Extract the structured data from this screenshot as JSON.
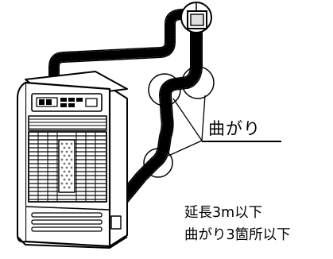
{
  "callout": {
    "label": "曲がり"
  },
  "note": {
    "line1": "延長3m以下",
    "line2": "曲がり3箇所以下"
  },
  "colors": {
    "ink": "#000000",
    "paper": "#ffffff",
    "grille": "#6f6f6f"
  },
  "figure": {
    "subject": "kerosene fan heater with flexible exhaust hose"
  }
}
